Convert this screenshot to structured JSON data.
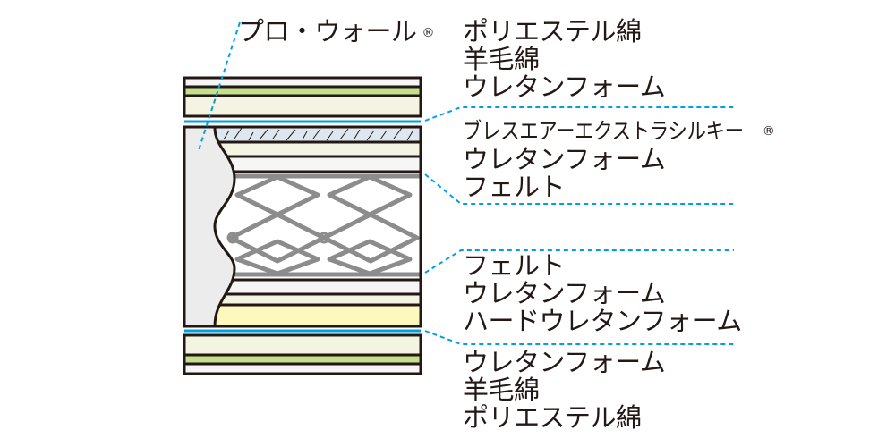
{
  "title_label": {
    "text": "プロ・ウォール",
    "mark": "®"
  },
  "groups": [
    {
      "items": [
        "ポリエステル綿",
        "羊毛綿",
        "ウレタンフォーム"
      ]
    },
    {
      "items": [
        "ブレスエアーエクストラシルキー",
        "ウレタンフォーム",
        "フェルト"
      ],
      "mark": "®"
    },
    {
      "items": [
        "フェルト",
        "ウレタンフォーム",
        "ハードウレタンフォーム"
      ]
    },
    {
      "items": [
        "ウレタンフォーム",
        "羊毛綿",
        "ポリエステル綿"
      ]
    }
  ],
  "colors": {
    "outline": "#231815",
    "leader": "#00a0e0",
    "green": "#c5df8f",
    "cream": "#f4f4e2",
    "yellow": "#fdf8bd",
    "white": "#f6f6f6",
    "breath": "#dde7ef",
    "spring": "#8c8c8c",
    "wall": "#ececec"
  }
}
